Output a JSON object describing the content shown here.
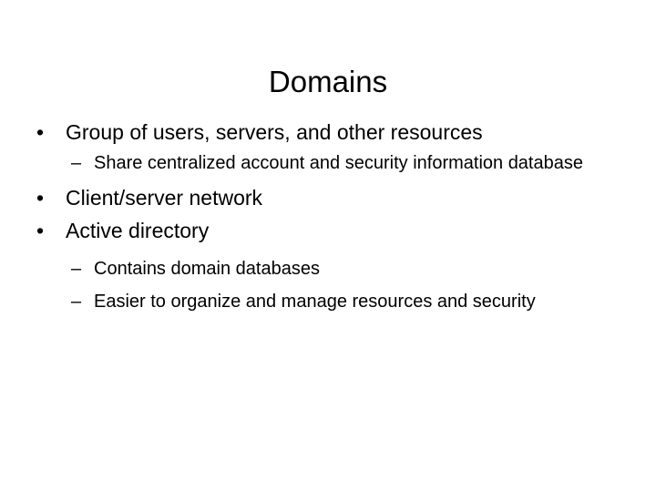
{
  "slide": {
    "title": "Domains",
    "background_color": "#ffffff",
    "text_color": "#000000",
    "level1_marker": "•",
    "level2_marker": "–",
    "content": [
      {
        "level": 1,
        "text": "Group of users, servers, and other resources"
      },
      {
        "level": 2,
        "text": "Share centralized account and security information database"
      },
      {
        "level": 1,
        "text": "Client/server network"
      },
      {
        "level": 1,
        "text": "Active directory"
      },
      {
        "level": 2,
        "text": "Contains domain databases"
      },
      {
        "level": 2,
        "text": "Easier to organize and manage resources and security"
      }
    ]
  }
}
